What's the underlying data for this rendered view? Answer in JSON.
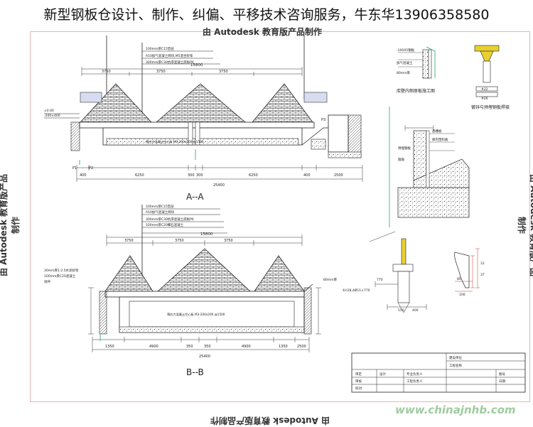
{
  "header": {
    "title": "新型钢板仓设计、制作、纠偏、平移技术咨询服务，牛东华13906358580"
  },
  "watermarks": {
    "top": "由 Autodesk 教育版产品制作",
    "bottom": "由 Autodesk 教育版产品制作",
    "left": "由 Autodesk 教育版产品制作",
    "right": "由 Autodesk 教育版产品制作",
    "site": "www.chinajnhb.com"
  },
  "section_aa": {
    "title": "A--A",
    "total_width": "15800",
    "bays": [
      "3750",
      "3750",
      "3750"
    ],
    "bottom_dims": [
      "400",
      "6250",
      "300",
      "300",
      "6250",
      "400",
      "2500"
    ],
    "overall": "25400",
    "notes": [
      "100mm厚C15垫层",
      "A10加气混凝土砌块,M5混合砂浆",
      "300mm厚C30抗渗混凝土底板P6"
    ],
    "labels": {
      "elev": "±0.00",
      "side": "-200×400",
      "p1": "P1",
      "p2": "P2",
      "p3": "P3",
      "floor": "预应力混凝土空心板 M3-200x200 @1500"
    }
  },
  "section_bb": {
    "title": "B--B",
    "total_width": "15800",
    "bays": [
      "3750",
      "3750",
      "3750"
    ],
    "bottom_dims": [
      "1350",
      "4900",
      "350",
      "350",
      "4900",
      "1350",
      "2500"
    ],
    "overall": "25400",
    "notes": [
      "100mm厚C15垫层",
      "A10加气混凝土砌块",
      "300mm厚C30抗渗混凝土底板P6",
      "100mm厚C20细石混凝土"
    ],
    "labels": {
      "left1": "30mm厚1:2.5水泥砂浆",
      "left2": "100mm厚C20混凝土",
      "left3": "地坪",
      "right": "80mm厚",
      "floor": "预应力混凝土空心板 M3-200x200 @1500"
    }
  },
  "details": {
    "wall_title": "库壁内侧原板施工图",
    "weld_title": "镀锌与预埋钢板焊接",
    "wall_note1": "-100X5钢板",
    "wall_note2": "加气混凝土",
    "wall_note3": "80mm厚",
    "weld_note1": "#22",
    "weld_note2": "#26",
    "pit_labels": [
      "基槽板",
      "库内塑料板",
      "预埋钢板",
      "箍筋"
    ],
    "anchor_note": "4∅28,4Ø11×770",
    "anchor_dims": [
      "770",
      "150",
      "400"
    ],
    "small_dims": [
      "85",
      "12",
      "37",
      "100"
    ]
  },
  "title_block": {
    "cells": [
      "审定",
      "审核",
      "校对",
      "设计",
      "专业负责人",
      "工程负责人",
      "建设单位",
      "工程名称",
      "图号",
      "日期"
    ]
  }
}
